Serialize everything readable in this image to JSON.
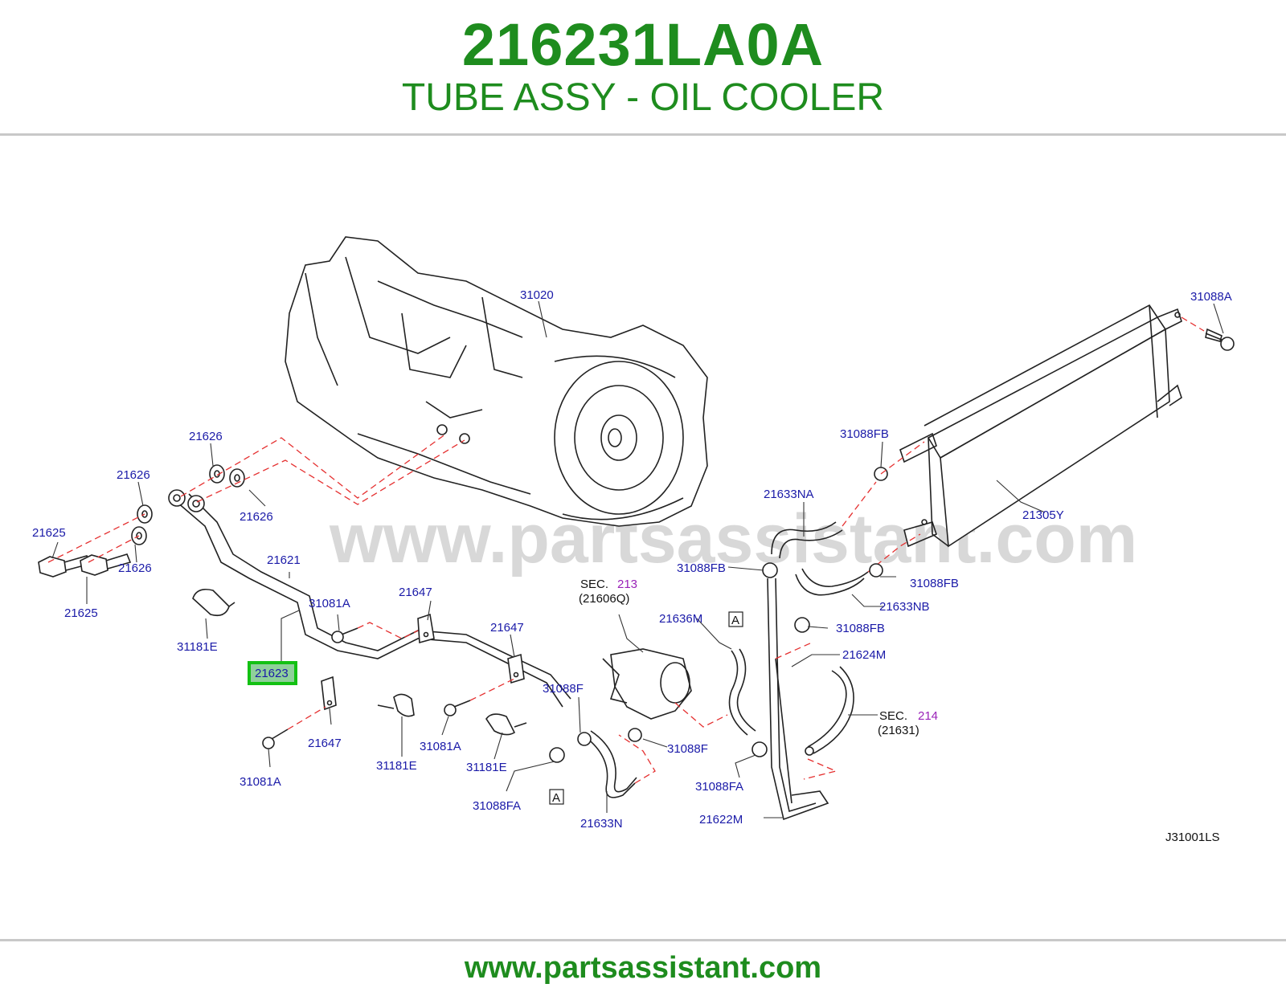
{
  "header": {
    "part_number": "216231LA0A",
    "description": "TUBE ASSY - OIL COOLER"
  },
  "diagram": {
    "watermark": "www.partsassistant.com",
    "diagram_code": "J31001LS",
    "highlighted_part": "21623",
    "labels": {
      "p31020": "31020",
      "p31088A": "31088A",
      "p31088FB_1": "31088FB",
      "p31088FB_2": "31088FB",
      "p31088FB_3": "31088FB",
      "p31088FB_4": "31088FB",
      "p21633NA": "21633NA",
      "p21305Y": "21305Y",
      "p21633NB": "21633NB",
      "p21626_1": "21626",
      "p21626_2": "21626",
      "p21626_3": "21626",
      "p21626_4": "21626",
      "p21625_1": "21625",
      "p21625_2": "21625",
      "p21621": "21621",
      "p31181E_1": "31181E",
      "p31181E_2": "31181E",
      "p31181E_3": "31181E",
      "p31081A_1": "31081A",
      "p31081A_2": "31081A",
      "p31081A_3": "31081A",
      "p21647_1": "21647",
      "p21647_2": "21647",
      "p21647_3": "21647",
      "p21636M": "21636M",
      "p21624M": "21624M",
      "p31088F_1": "31088F",
      "p31088F_2": "31088F",
      "p31088FA_1": "31088FA",
      "p31088FA_2": "31088FA",
      "p21633N": "21633N",
      "p21622M": "21622M",
      "ref_a1": "A",
      "ref_a2": "A"
    },
    "sections": {
      "sec213_prefix": "SEC.",
      "sec213_num": "213",
      "sec213_sub": "(21606Q)",
      "sec214_prefix": "SEC.",
      "sec214_num": "214",
      "sec214_sub": "(21631)"
    }
  },
  "footer": {
    "url": "www.partsassistant.com"
  }
}
